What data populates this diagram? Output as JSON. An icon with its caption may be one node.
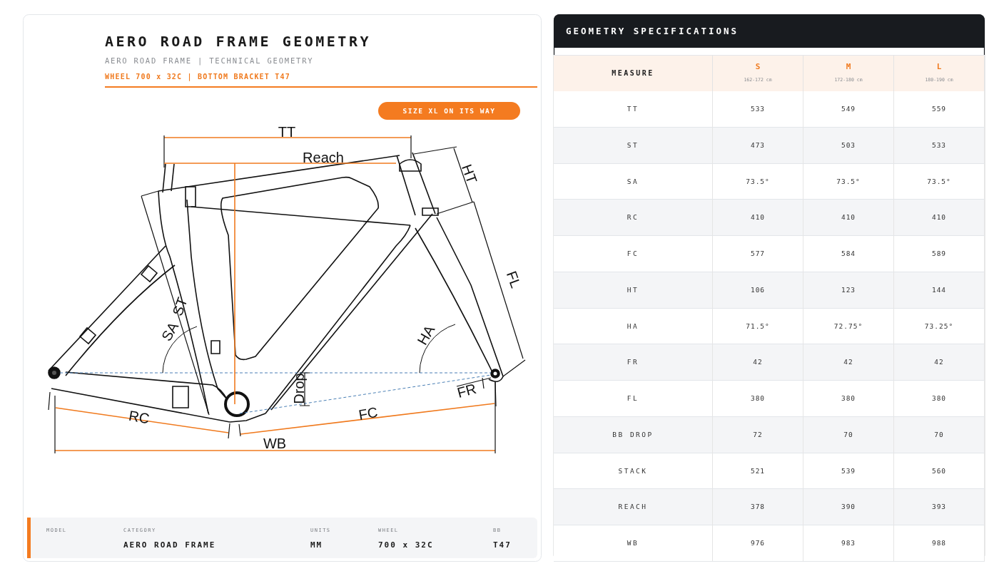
{
  "diagram": {
    "title": "AERO ROAD FRAME GEOMETRY",
    "labels": [
      "AERO ROAD FRAME | TECHNICAL GEOMETRY",
      "WHEEL 700 x 32C | BOTTOM BRACKET T47",
      "SIZE XL ON ITS WAY",
      "TT",
      "Reach",
      "HT",
      "FL",
      "ST",
      "SA",
      "HA",
      "Drop",
      "FR",
      "RC",
      "FC",
      "WB",
      "GEOMETRY SPECIFICATIONS",
      "MEASURE",
      "S",
      "162-172 cm",
      "M",
      "172-180 cm",
      "L",
      "180-190 cm",
      "TT",
      "533",
      "549",
      "559",
      "ST",
      "473",
      "503",
      "533",
      "SA",
      "73.5°",
      "73.5°",
      "73.5°",
      "RC",
      "410",
      "410",
      "410",
      "FC",
      "577",
      "584",
      "589",
      "HT",
      "106",
      "123",
      "144",
      "HA",
      "71.5°",
      "72.75°",
      "73.25°",
      "FR",
      "42",
      "42",
      "42",
      "FL",
      "380",
      "380",
      "380",
      "BB DROP",
      "72",
      "70",
      "70",
      "STACK",
      "521",
      "539",
      "560",
      "REACH",
      "378",
      "390",
      "393",
      "WB",
      "976",
      "983",
      "988",
      "MODEL",
      "CATEGORY",
      "UNITS",
      "WHEEL",
      "BB",
      "AERO ROAD FRAME",
      "MM",
      "700 x 32C",
      "T47"
    ]
  }
}
